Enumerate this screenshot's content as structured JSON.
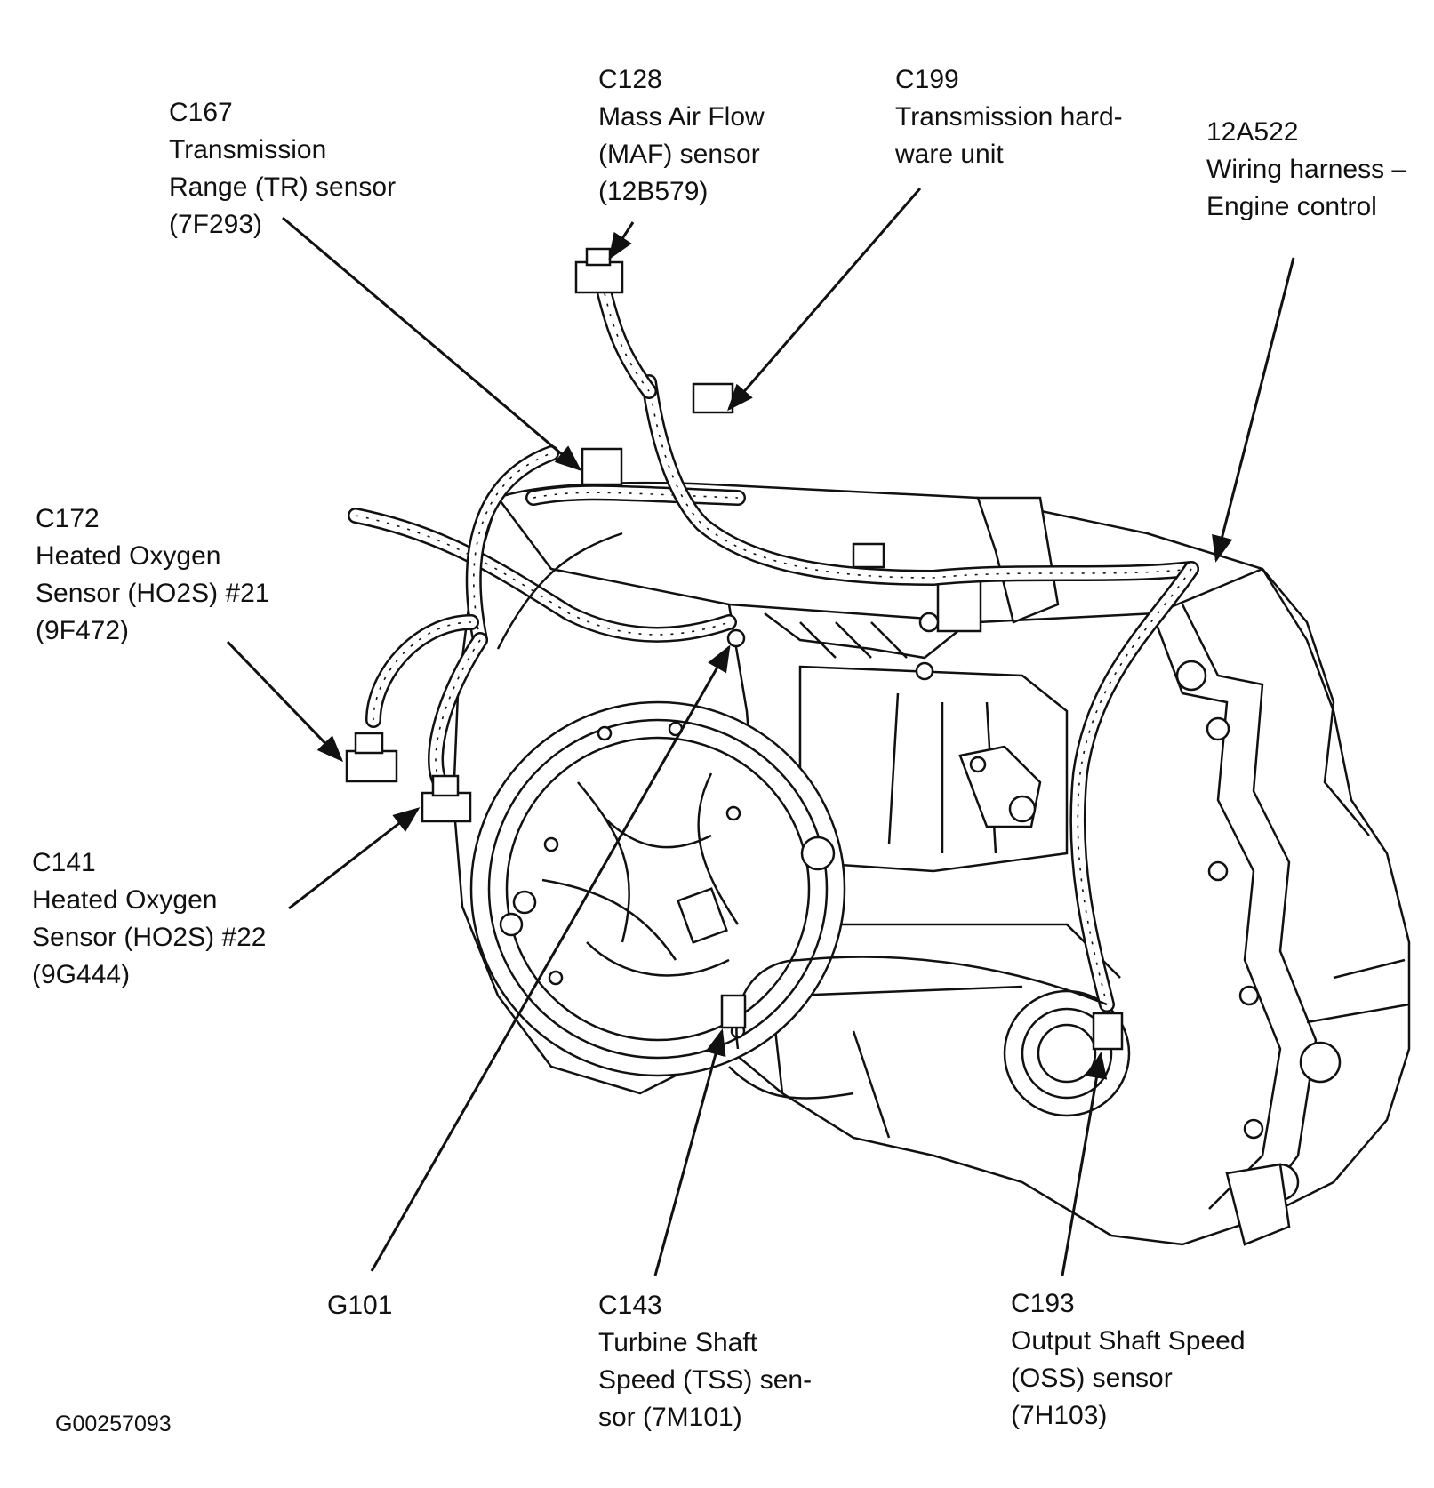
{
  "callouts": {
    "c167": {
      "code": "C167",
      "line1": "Transmission",
      "line2": "Range (TR) sensor",
      "line3": "(7F293)"
    },
    "c128": {
      "code": "C128",
      "line1": "Mass Air Flow",
      "line2": "(MAF) sensor",
      "line3": "(12B579)"
    },
    "c199": {
      "code": "C199",
      "line1": "Transmission hard-",
      "line2": "ware unit"
    },
    "a12a522": {
      "code": "12A522",
      "line1": "Wiring harness –",
      "line2": "Engine control"
    },
    "c172": {
      "code": "C172",
      "line1": "Heated Oxygen",
      "line2": "Sensor (HO2S) #21",
      "line3": "(9F472)"
    },
    "c141": {
      "code": "C141",
      "line1": "Heated Oxygen",
      "line2": "Sensor (HO2S) #22",
      "line3": "(9G444)"
    },
    "g101": {
      "code": "G101"
    },
    "c143": {
      "code": "C143",
      "line1": "Turbine Shaft",
      "line2": "Speed (TSS) sen-",
      "line3": "sor (7M101)"
    },
    "c193": {
      "code": "C193",
      "line1": "Output Shaft Speed",
      "line2": "(OSS) sensor",
      "line3": "(7H103)"
    }
  },
  "figure_id": "G00257093"
}
